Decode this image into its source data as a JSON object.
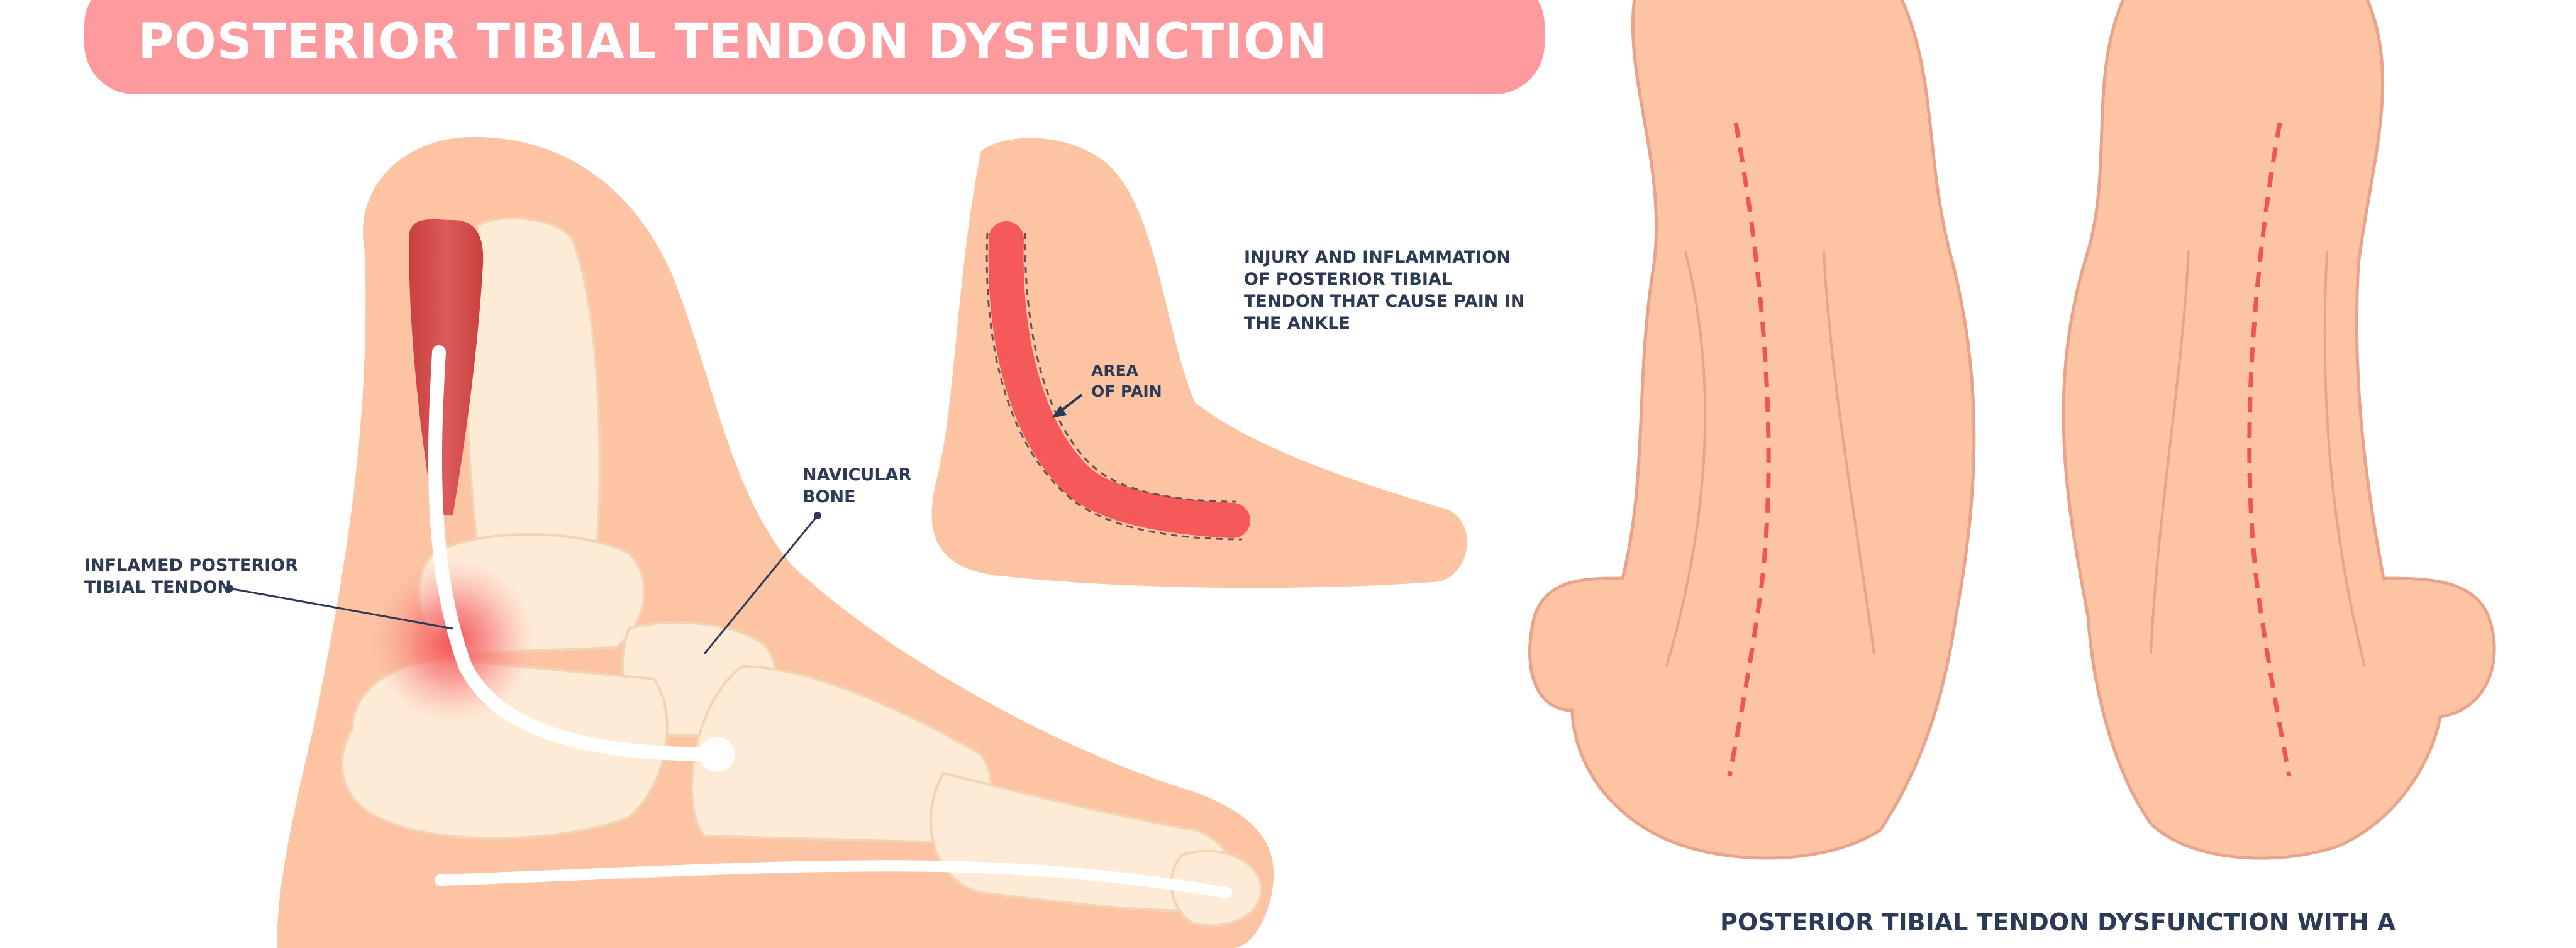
{
  "title": "POSTERIOR TIBIAL TENDON DYSFUNCTION",
  "labels": {
    "inflamed_tendon": "INFLAMED POSTERIOR\nTIBIAL TENDON",
    "navicular_bone": "NAVICULAR\nBONE",
    "area_of_pain": "AREA\nOF PAIN",
    "injury_note": "INJURY AND INFLAMMATION\nOF POSTERIOR TIBIAL\nTENDON THAT CAUSE PAIN IN\nTHE ANKLE"
  },
  "caption": "POSTERIOR TIBIAL TENDON DYSFUNCTION WITH A",
  "colors": {
    "banner": "#fd9a9d",
    "skin": "#fcc4a3",
    "skin_outline": "#e8a48a",
    "bone": "#fdebd6",
    "muscle": "#d84f52",
    "inflammation": "#f4474c",
    "text": "#2c3a55"
  }
}
